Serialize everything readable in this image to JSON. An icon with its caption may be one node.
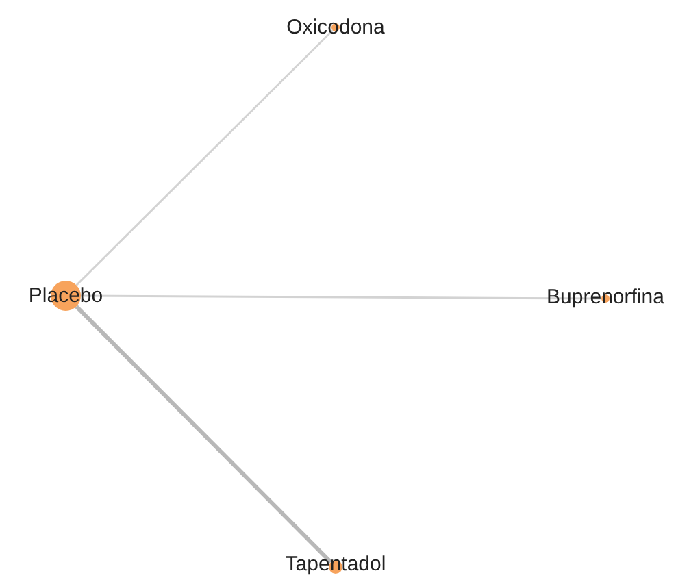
{
  "diagram": {
    "nodes": [
      {
        "text": [
          "Oxicodona"
        ]
      },
      {
        "text": [
          "Placebo"
        ]
      },
      {
        "text": [
          "Buprenorfina"
        ]
      },
      {
        "text": [
          "Tapentadol"
        ]
      }
    ],
    "edges": [
      {
        "from": 1,
        "to": 0,
        "arrow": "none"
      },
      {
        "from": 1,
        "to": 2,
        "arrow": "none"
      },
      {
        "from": 1,
        "to": 3,
        "arrow": "none",
        "style": "thick",
        "color": "#b8b8b8"
      }
    ]
  }
}
